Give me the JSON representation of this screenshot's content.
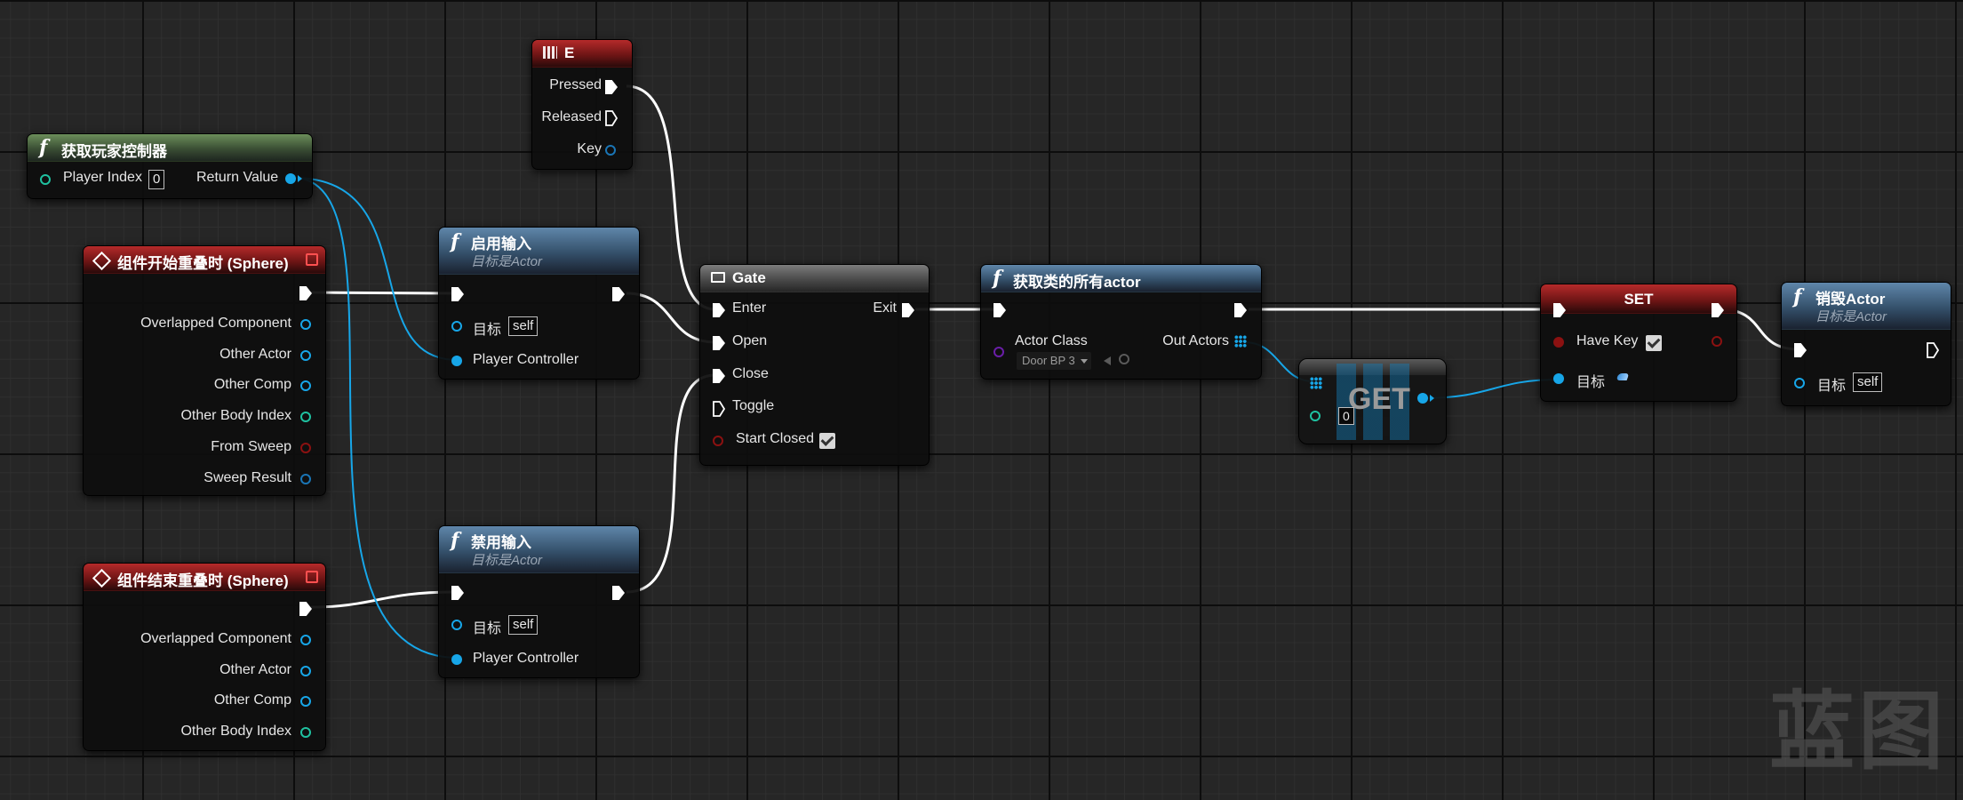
{
  "colors": {
    "exec_wire": "#ffffff",
    "object_pin": "#17a6e8",
    "struct_pin": "#1a75b5",
    "int_pin": "#1fc1a0",
    "bool_pin": "#8b1111",
    "class_pin": "#6a1ea8",
    "header_function": "#4f7597",
    "header_pure": "#5a7e4b",
    "header_event": "#a41f1f"
  },
  "nodes": {
    "get_player_controller": {
      "title": "获取玩家控制器",
      "icon": "function-icon",
      "pins": {
        "player_index": "Player Index",
        "player_index_value": "0",
        "return_value": "Return Value"
      }
    },
    "key_e": {
      "title": "E",
      "icon": "keyboard-icon",
      "pins": {
        "pressed": "Pressed",
        "released": "Released",
        "key": "Key"
      }
    },
    "begin_overlap": {
      "title": "组件开始重叠时 (Sphere)",
      "icon": "event-icon",
      "pins": [
        "Overlapped Component",
        "Other Actor",
        "Other Comp",
        "Other Body Index",
        "From Sweep",
        "Sweep Result"
      ]
    },
    "end_overlap": {
      "title": "组件结束重叠时 (Sphere)",
      "icon": "event-icon",
      "pins": [
        "Overlapped Component",
        "Other Actor",
        "Other Comp",
        "Other Body Index"
      ]
    },
    "enable_input": {
      "title": "启用输入",
      "subtitle": "目标是Actor",
      "pins": {
        "target": "目标",
        "target_value": "self",
        "player_controller": "Player Controller"
      }
    },
    "disable_input": {
      "title": "禁用输入",
      "subtitle": "目标是Actor",
      "pins": {
        "target": "目标",
        "target_value": "self",
        "player_controller": "Player Controller"
      }
    },
    "gate": {
      "title": "Gate",
      "icon": "gate-icon",
      "pins": {
        "enter": "Enter",
        "open": "Open",
        "close": "Close",
        "toggle": "Toggle",
        "start_closed": "Start Closed",
        "exit": "Exit"
      },
      "start_closed_checked": true
    },
    "get_all_actors": {
      "title": "获取类的所有actor",
      "pins": {
        "actor_class": "Actor Class",
        "actor_class_value": "Door BP 3",
        "out_actors": "Out Actors"
      }
    },
    "get_array": {
      "title": "GET",
      "index_value": "0"
    },
    "set_var": {
      "title": "SET",
      "pins": {
        "have_key": "Have Key",
        "target": "目标"
      },
      "have_key_checked": true
    },
    "destroy_actor": {
      "title": "销毁Actor",
      "subtitle": "目标是Actor",
      "pins": {
        "target": "目标",
        "target_value": "self"
      }
    }
  },
  "watermark": "蓝图"
}
